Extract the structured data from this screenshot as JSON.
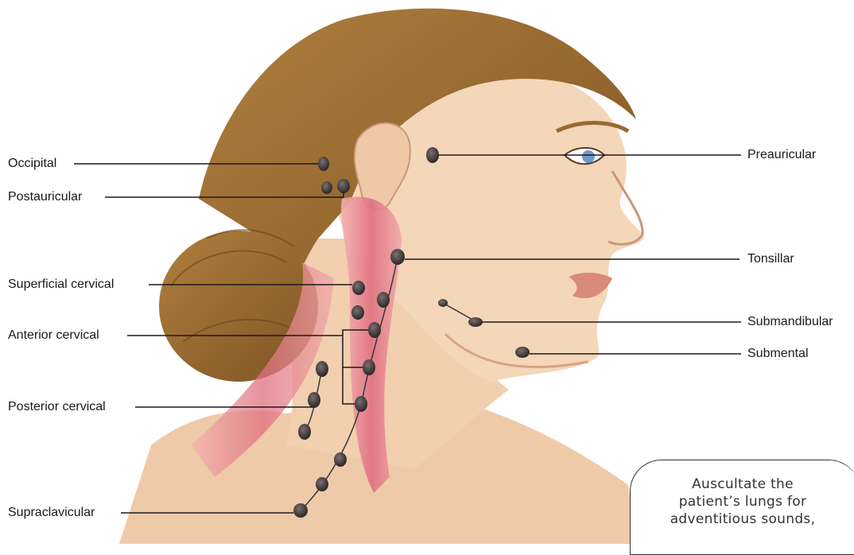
{
  "labels": {
    "occipital": "Occipital",
    "postauricular": "Postauricular",
    "superficial_cervical": "Superficial cervical",
    "anterior_cervical": "Anterior cervical",
    "posterior_cervical": "Posterior cervical",
    "supraclavicular": "Supraclavicular",
    "preauricular": "Preauricular",
    "tonsillar": "Tonsillar",
    "submandibular": "Submandibular",
    "submental": "Submental"
  },
  "note": {
    "lines": [
      "Auscultate the",
      "patient’s lungs for",
      "adventitious sounds,"
    ]
  },
  "colors": {
    "skin": "#f3d3b5",
    "skin_shadow": "#e2b08c",
    "hair": "#9a6a33",
    "hair_dark": "#6e4619",
    "muscle": "#e07a86",
    "node": "#3a3535",
    "lips": "#d98a78",
    "iris": "#6f9ac4"
  }
}
